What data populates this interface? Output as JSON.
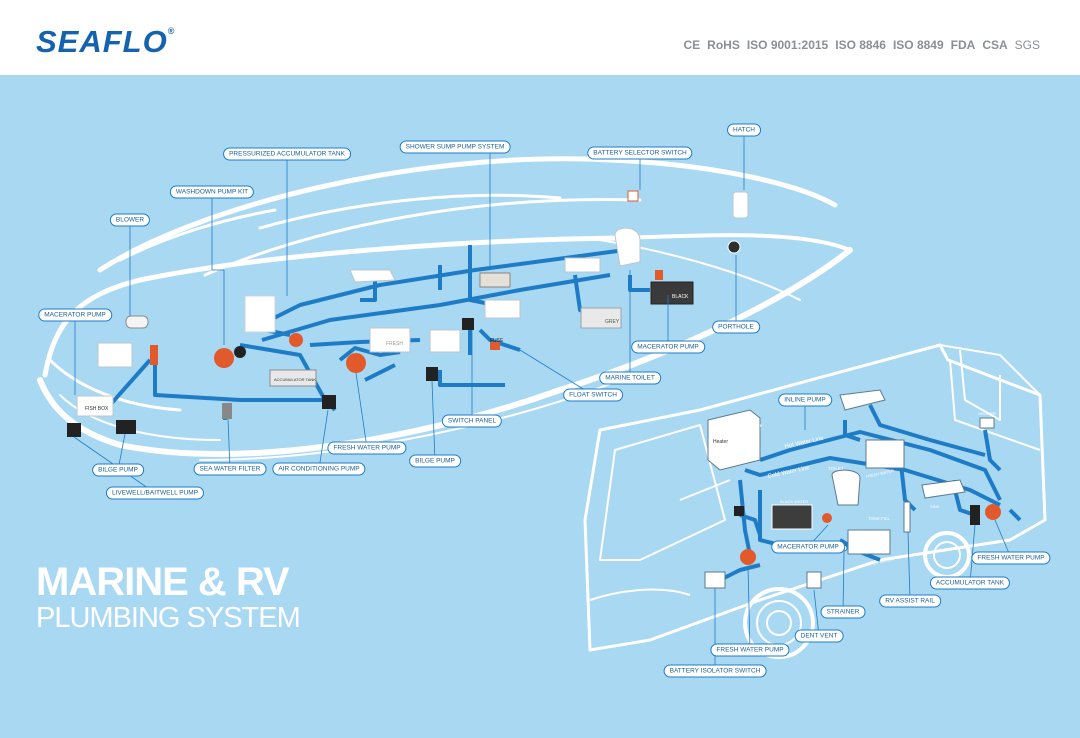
{
  "brand": {
    "logo": "SEAFLO",
    "mark": "®"
  },
  "certifications": [
    "CE",
    "RoHS",
    "ISO 9001:2015",
    "ISO 8846",
    "ISO 8849",
    "FDA",
    "CSA",
    "SGS"
  ],
  "title": {
    "main": "MARINE & RV",
    "sub": "PLUMBING SYSTEM"
  },
  "colors": {
    "background": "#a9d8f3",
    "pipe": "#1e7cc7",
    "outline": "#ffffff",
    "pump": "#e25a2c",
    "brand": "#1463ae"
  },
  "marine_labels": {
    "hatch": "HATCH",
    "shower_sump": "SHOWER SUMP PUMP SYSTEM",
    "battery_selector": "BATTERY SELECTOR SWITCH",
    "pressurized_tank": "PRESSURIZED ACCUMULATOR TANK",
    "washdown": "WASHDOWN PUMP KIT",
    "blower": "BLOWER",
    "macerator_left": "MACERATOR PUMP",
    "porthole": "PORTHOLE",
    "macerator_right": "MACERATOR PUMP",
    "marine_toilet": "MARINE TOILET",
    "float_switch": "FLOAT SWITCH",
    "switch_panel": "SWITCH PANEL",
    "fresh_water_pump": "FRESH WATER PUMP",
    "bilge_pump_mid": "BILGE PUMP",
    "bilge_pump_left": "BILGE PUMP",
    "sea_water_filter": "SEA WATER FILTER",
    "air_conditioning": "AIR CONDITIONING PUMP",
    "livewell": "LIVEWELL/BAITWELL PUMP"
  },
  "rv_labels": {
    "inline_pump": "INLINE PUMP",
    "macerator": "MACERATOR PUMP",
    "fresh_water_pump_right": "FRESH WATER PUMP",
    "accumulator": "ACCUMULATOR TANK",
    "assist_rail": "RV ASSIST RAIL",
    "strainer": "STRAINER",
    "dent_vent": "DENT VENT",
    "fresh_water_pump_bottom": "FRESH WATER PUMP",
    "battery_isolator": "BATTERY ISOLATOR SWITCH"
  },
  "diagram_text": {
    "fuse": "FUSE",
    "fish_box": "FISH BOX",
    "grey": "GREY",
    "black": "BLACK",
    "fresh": "FRESH",
    "accumulator_tank": "ACCUMULATOR TANK",
    "heater": "Heater",
    "hot_water_line": "Hot Water Line",
    "cold_water_line": "Cold Water Line",
    "toilet": "TOILET",
    "tank_fill": "TANK FILL",
    "grey_water": "GREY WATER",
    "black_water": "BLACK WATER",
    "fresh_water": "FRESH WATER",
    "sink": "SINK",
    "check_valve": "CHECK VALVE",
    "shower": "SHOWER"
  }
}
